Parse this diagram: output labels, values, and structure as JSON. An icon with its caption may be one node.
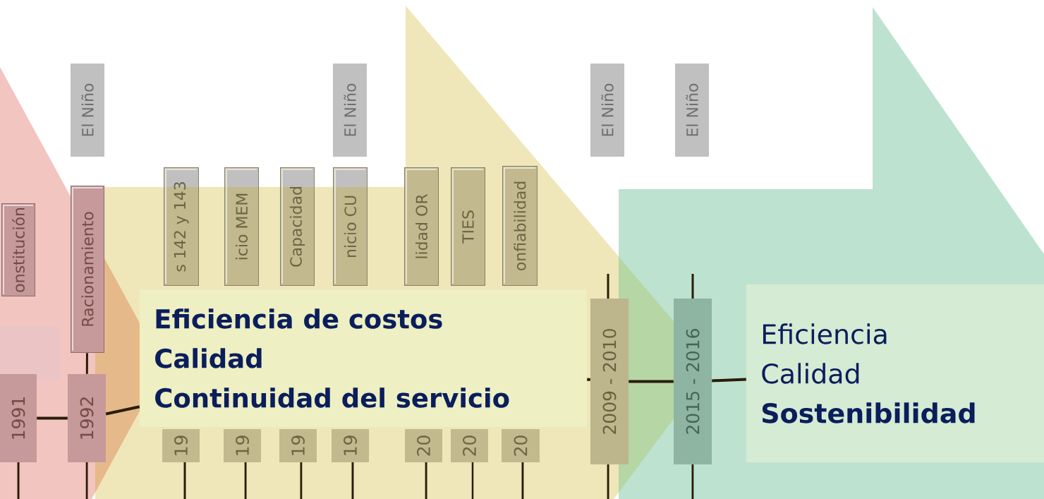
{
  "diagram": {
    "nodes": [
      {
        "text": [
          "El Niño"
        ]
      },
      {
        "text": [
          "El Niño"
        ]
      },
      {
        "text": [
          "El Niño"
        ]
      },
      {
        "text": [
          "El Niño"
        ]
      },
      {
        "text": [
          "onstitución"
        ]
      },
      {
        "text": [
          "Racionamiento"
        ]
      },
      {
        "text": [
          "s 142 y 143"
        ]
      },
      {
        "text": [
          "icio MEM"
        ]
      },
      {
        "text": [
          "Capacidad"
        ]
      },
      {
        "text": [
          "nicio CU"
        ]
      },
      {
        "text": [
          "lidad OR"
        ]
      },
      {
        "text": [
          "TIES"
        ]
      },
      {
        "text": [
          "onfiabilidad"
        ]
      },
      {
        "text": [],
        "shape": "box"
      },
      {
        "text": [
          "1991"
        ]
      },
      {
        "text": [
          "1992"
        ]
      },
      {
        "text": [
          "19"
        ]
      },
      {
        "text": [
          "19"
        ]
      },
      {
        "text": [
          "19"
        ]
      },
      {
        "text": [
          "19"
        ]
      },
      {
        "text": [
          "20"
        ]
      },
      {
        "text": [
          "20"
        ]
      },
      {
        "text": [
          "20"
        ]
      },
      {
        "text": [
          "2009 - 2010"
        ]
      },
      {
        "text": [
          "2015 - 2016"
        ]
      },
      {
        "text": [
          "Eficiencia de costos",
          "Calidad",
          "Continuidad del servicio"
        ]
      },
      {
        "text": [
          "Eficiencia",
          "Calidad",
          "Sostenibilidad"
        ]
      }
    ],
    "edges": [
      {
        "from": 14,
        "to": 15,
        "arrow": "none"
      },
      {
        "from": 15,
        "to": 25,
        "arrow": "none"
      },
      {
        "from": 25,
        "to": 23,
        "arrow": "none"
      },
      {
        "from": 23,
        "to": 24,
        "arrow": "none"
      },
      {
        "from": 24,
        "to": 26,
        "arrow": "none"
      },
      {
        "from": 5,
        "to": 15,
        "arrow": "none"
      }
    ]
  }
}
